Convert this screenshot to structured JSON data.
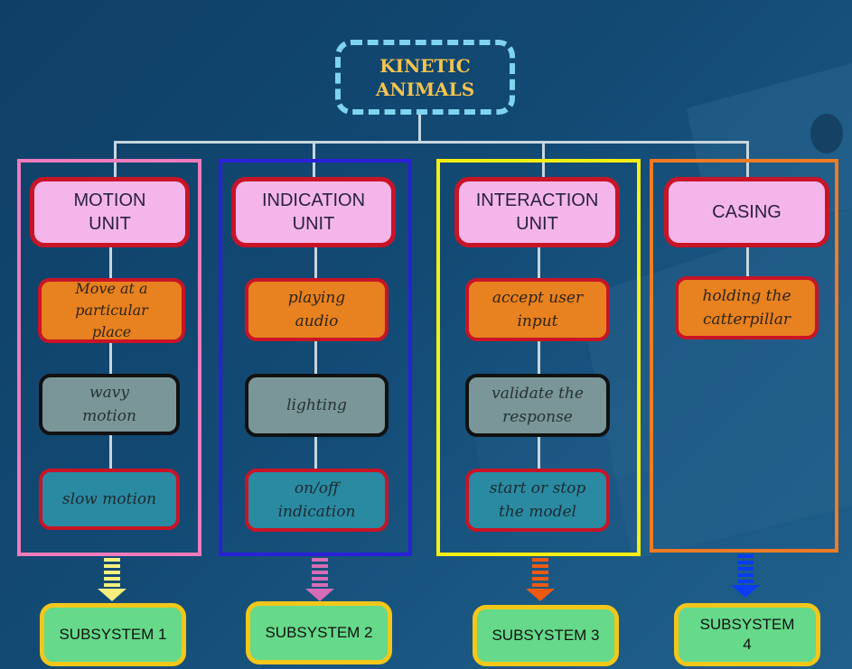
{
  "root": {
    "label": "KINETIC\nANIMALS"
  },
  "groups": [
    {
      "header": "MOTION\nUNIT",
      "items": [
        "Move at a\nparticular\nplace",
        "wavy\nmotion",
        "slow motion"
      ],
      "subsystem": "SUBSYSTEM 1",
      "border_color": "#f07bbd",
      "arrow_color": "#f5ef7c"
    },
    {
      "header": "INDICATION\nUNIT",
      "items": [
        "playing\naudio",
        "lighting",
        "on/off\nindication"
      ],
      "subsystem": "SUBSYSTEM 2",
      "border_color": "#2a20d8",
      "arrow_color": "#d86cb6"
    },
    {
      "header": "INTERACTION\nUNIT",
      "items": [
        "accept user\ninput",
        "validate the\nresponse",
        "start or stop\nthe model"
      ],
      "subsystem": "SUBSYSTEM 3",
      "border_color": "#f7ee13",
      "arrow_color": "#ef5a10"
    },
    {
      "header": "CASING",
      "items": [
        "holding the\ncatterpillar"
      ],
      "subsystem": "SUBSYSTEM\n4",
      "border_color": "#ef7b24",
      "arrow_color": "#0a3df0"
    }
  ],
  "colors": {
    "background": "#124a74",
    "root_border": "#7fd3ee",
    "root_text": "#f5c44e",
    "header_fill": "#f4b6ea",
    "node_border": "#c81427",
    "orange_fill": "#e8811f",
    "gray_fill": "#7a9698",
    "teal_fill": "#2a8aa1",
    "subsystem_fill": "#66d98a",
    "subsystem_border": "#f2c719"
  }
}
